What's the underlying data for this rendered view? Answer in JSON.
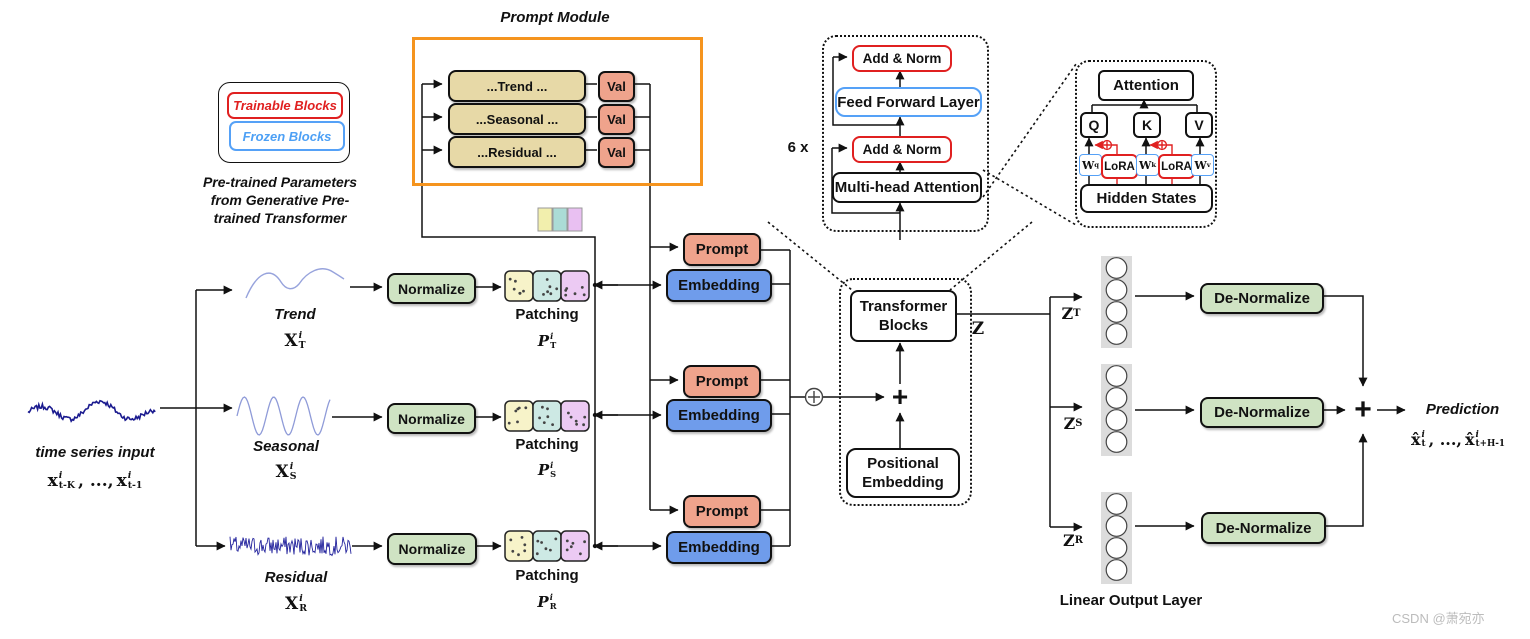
{
  "colors": {
    "orange_border": "#f5941e",
    "red_accent": "#e02020",
    "blue_accent": "#55a1f7",
    "box_green": "#cfe3c3",
    "box_salmon": "#efa38c",
    "box_blue": "#6f9ceb",
    "box_tan": "#e7d9a7",
    "patch_yellow": "#f7f3c9",
    "patch_cyan": "#cde9e4",
    "patch_violet": "#eccaf3",
    "wave_navy": "#1b1b8f"
  },
  "watermark": "CSDN @萧宛亦",
  "legend": {
    "trainable": "Trainable Blocks",
    "frozen": "Frozen Blocks"
  },
  "pretrain_caption": [
    "Pre-trained Parameters",
    "from Generative Pre-",
    "trained Transformer"
  ],
  "prompt_module": {
    "title": "Prompt Module",
    "rows": [
      {
        "label": "...Trend ...",
        "val": "Val"
      },
      {
        "label": "...Seasonal ...",
        "val": "Val"
      },
      {
        "label": "...Residual ...",
        "val": "Val"
      }
    ]
  },
  "input": {
    "label": "time series input",
    "math": {
      "b1": "x",
      "s1": "i",
      "u1": "t-K",
      "mid": ", ...,",
      "b2": "x",
      "s2": "i",
      "u2": "t-1"
    }
  },
  "branches": [
    {
      "name": "Trend",
      "x_base": "X",
      "x_sup": "i",
      "x_sub": "T",
      "p_base": "P",
      "p_sup": "i",
      "p_sub": "T"
    },
    {
      "name": "Seasonal",
      "x_base": "X",
      "x_sup": "i",
      "x_sub": "S",
      "p_base": "P",
      "p_sup": "i",
      "p_sub": "S"
    },
    {
      "name": "Residual",
      "x_base": "X",
      "x_sup": "i",
      "x_sub": "R",
      "p_base": "P",
      "p_sup": "i",
      "p_sub": "R"
    }
  ],
  "blocks": {
    "normalize": "Normalize",
    "patching": "Patching",
    "prompt": "Prompt",
    "embedding": "Embedding",
    "denormalize": "De-Normalize",
    "plus": "+"
  },
  "transformer": {
    "repeat": "6 x",
    "add_norm": "Add & Norm",
    "feed_forward": "Feed Forward Layer",
    "mha": "Multi-head Attention",
    "blocks_line1": "Transformer",
    "blocks_line2": "Blocks",
    "pos_line1": "Positional",
    "pos_line2": "Embedding"
  },
  "attention": {
    "title": "Attention",
    "q": "Q",
    "k": "K",
    "v": "V",
    "w_base": "W",
    "wq_sub": "q",
    "wk_sub": "k",
    "wv_sub": "v",
    "lora": "LoRA",
    "hidden": "Hidden States"
  },
  "z": {
    "main": "Z",
    "base": "Z",
    "t_sub": "T",
    "s_sub": "S",
    "r_sub": "R"
  },
  "output": {
    "linear_label": "Linear Output Layer",
    "prediction": "Prediction",
    "math": {
      "b1": "x̂",
      "s1": "i",
      "u1": "t",
      "mid": ", ...,",
      "b2": "x̂",
      "s2": "i",
      "u2": "t+H-1"
    }
  }
}
